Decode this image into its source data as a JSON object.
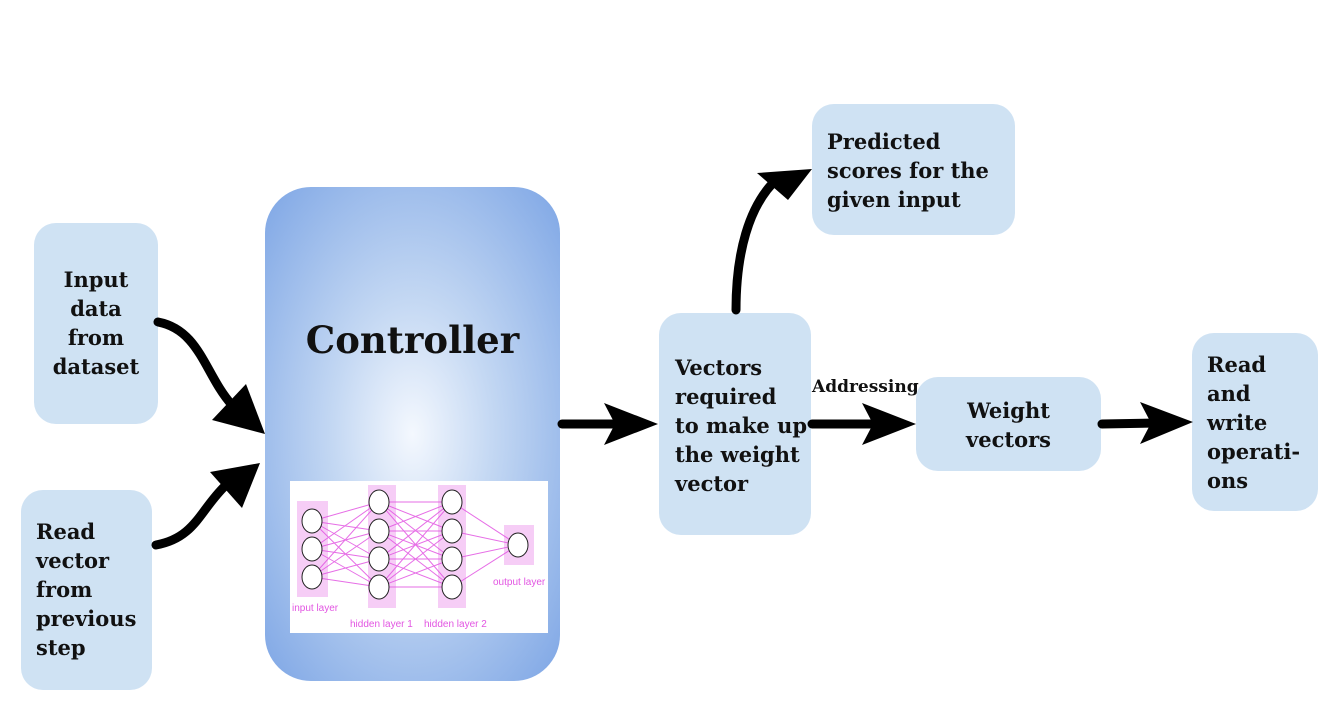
{
  "nodes": {
    "input_data": "Input\ndata\nfrom\ndataset",
    "read_vector": "Read\nvector\nfrom\nprevious\nstep",
    "controller": "Controller",
    "vectors_required": "Vectors\nrequired\nto make up\nthe weight\nvector",
    "predicted_scores": "Predicted\nscores for the\ngiven input",
    "weight_vectors": "Weight\nvectors",
    "read_write": "Read\nand\nwrite\noperati-\nons"
  },
  "edges": {
    "addressing": "Addressing"
  },
  "network_image": {
    "input_layer": "input layer",
    "hidden_layer_1": "hidden layer 1",
    "hidden_layer_2": "hidden layer 2",
    "output_layer": "output layer"
  },
  "colors": {
    "box": "#cfe2f3",
    "controller_edge": "#7ea6e5",
    "neuron_highlight": "#e255e2",
    "arrow": "#000000"
  }
}
